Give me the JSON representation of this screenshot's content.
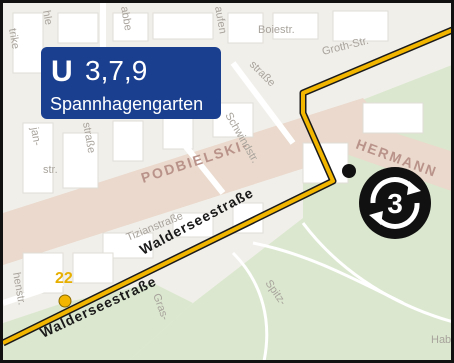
{
  "transit": {
    "ubahn_symbol": "U",
    "ubahn_lines": "3,7,9",
    "station": "Spannhagengarten",
    "tram_line": "3"
  },
  "poi": {
    "number": "22"
  },
  "streets": {
    "boie": "Boiestr.",
    "groth": "Groth-Str.",
    "strasse_frag": "straße",
    "podbielski": "PODBIELSKI-",
    "schwind": "Schwindstr.",
    "hermann": "HERMANN",
    "tizian": "Tizianstraße",
    "walderseestr_lower": "Walderseestraße",
    "walderseestr_upper": "Walderseestraße",
    "spitz": "Spitz-",
    "gras": "Gras-",
    "habe": "Habe",
    "trunk": "trike",
    "strasse_left": "straße",
    "str_left": "str.",
    "janstr": "jan-",
    "henstr": "henstr.",
    "abbe": "abbe",
    "aufen": "aufen",
    "hle": "hle"
  },
  "colors": {
    "ubahn_blue": "#1b3f8f",
    "route_yellow": "#f2b600",
    "main_road": "#ead9cc",
    "park_green": "#dbe8cf",
    "building": "#ffffff"
  },
  "icons": [
    "ubahn-u-icon",
    "tram-line-icon",
    "station-dot-icon",
    "poi-marker-icon"
  ]
}
